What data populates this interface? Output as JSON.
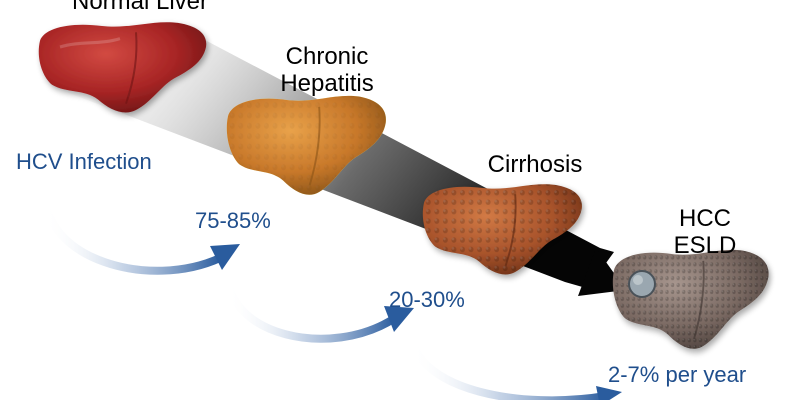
{
  "stages": {
    "normal": {
      "label": "Normal Liver"
    },
    "chronic": {
      "line1": "Chronic",
      "line2": "Hepatitis"
    },
    "cirrhosis": {
      "label": "Cirrhosis"
    },
    "hcc": {
      "line1": "HCC",
      "line2": "ESLD"
    }
  },
  "transitions": {
    "infection": "HCV Infection",
    "to_chronic": "75-85%",
    "to_cirrhosis": "20-30%",
    "to_hcc": "2-7% per year"
  },
  "colors": {
    "text_blue": "#1f4e8c",
    "arrow_blue": "#2a5c9e",
    "normal_liver": "#b0282b",
    "chronic_liver": "#d4852a",
    "cirrhosis_liver": "#b5562b",
    "hcc_liver": "#7b6a63",
    "tumor": "#9aa7b0"
  }
}
